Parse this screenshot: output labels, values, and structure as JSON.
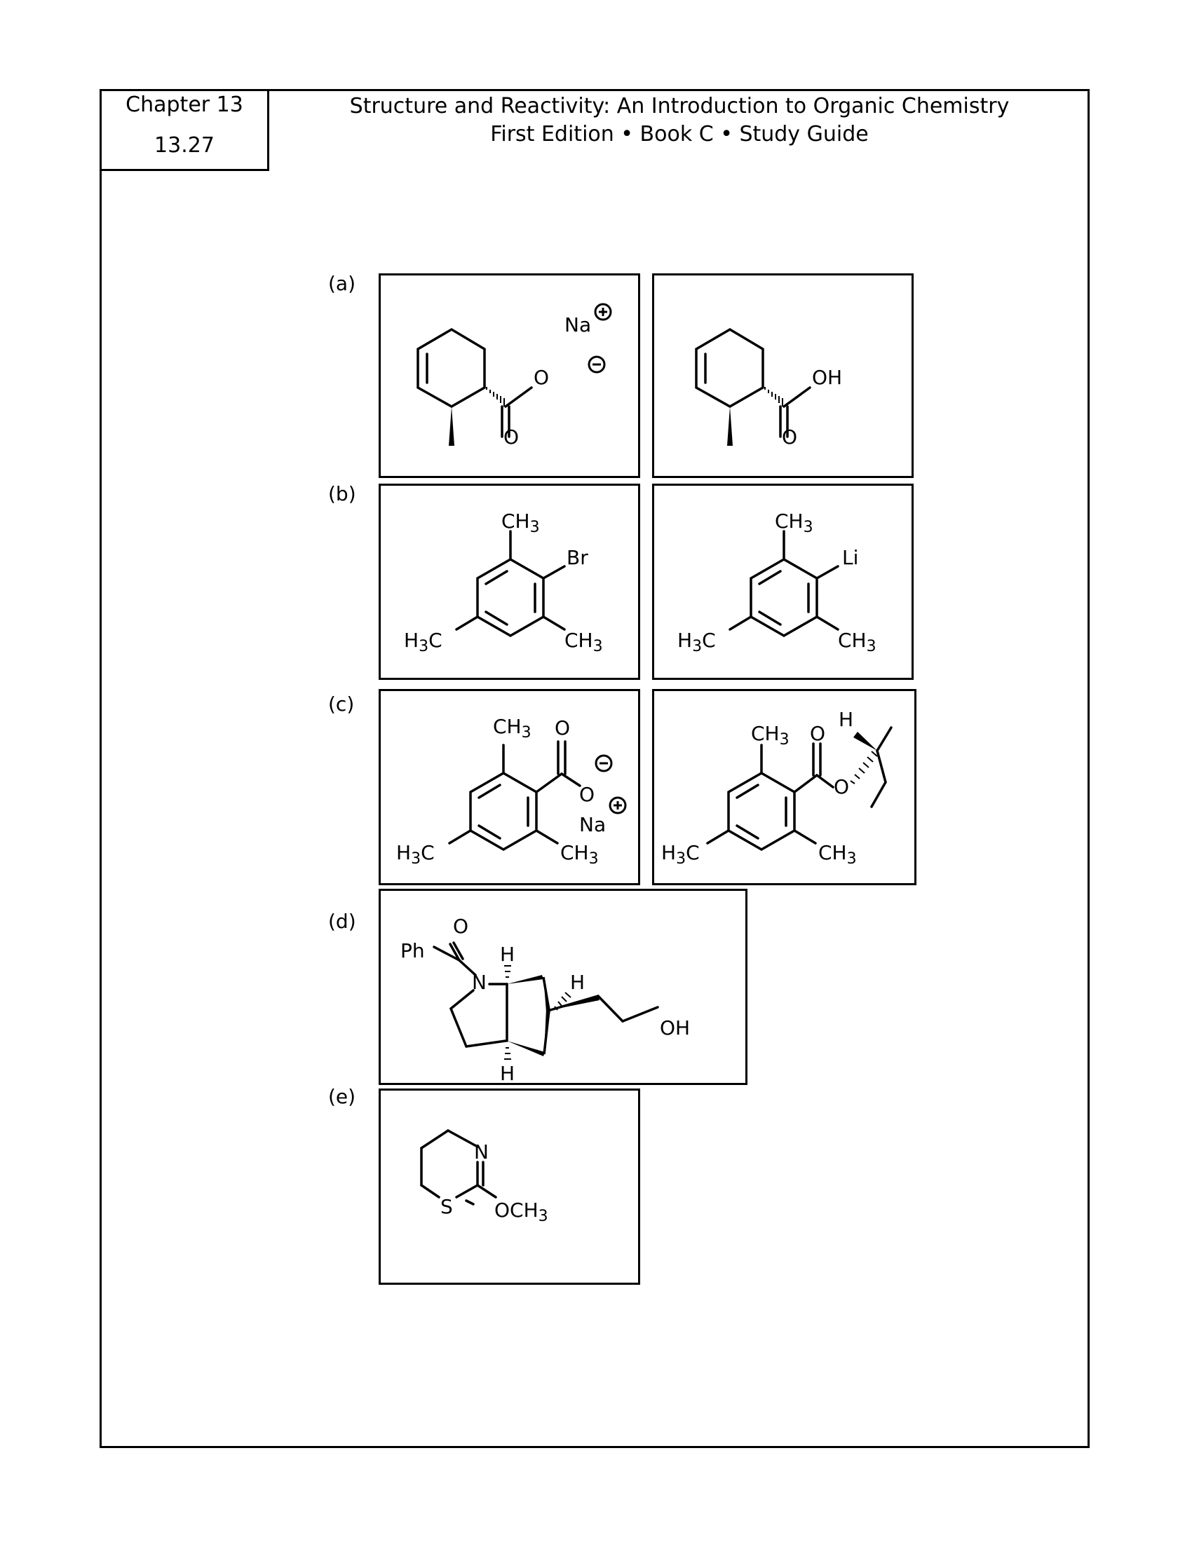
{
  "chapter": {
    "label": "Chapter 13",
    "problem": "13.27"
  },
  "header": {
    "line1": "Structure and Reactivity: An Introduction to Organic Chemistry",
    "line2": "First Edition • Book C • Study Guide"
  },
  "parts": [
    {
      "label": "(a)"
    },
    {
      "label": "(b)"
    },
    {
      "label": "(c)"
    },
    {
      "label": "(d)"
    },
    {
      "label": "(e)"
    }
  ],
  "atoms": {
    "na": "Na",
    "o": "O",
    "oh": "OH",
    "br": "Br",
    "li": "Li",
    "ch3": "CH",
    "h3c_h": "H",
    "h3c_c": "C",
    "sub3": "3",
    "h": "H",
    "n": "N",
    "s": "S",
    "ph": "Ph",
    "och3": "OCH"
  }
}
